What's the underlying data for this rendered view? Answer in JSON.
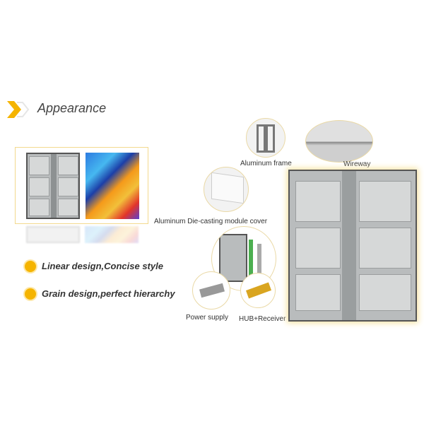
{
  "header": {
    "title": "Appearance",
    "icon": "chevron-icon",
    "accent": "#f5b400"
  },
  "features": [
    {
      "label": "Linear design,Concise style"
    },
    {
      "label": "Grain design,perfect hierarchy"
    }
  ],
  "components": {
    "aluminum_frame": "Aluminum frame",
    "wireway": "Wireway",
    "module_cover": "Aluminum Die-casting module cover",
    "power_supply": "Power supply",
    "hub_receiver": "HUB+Receiver"
  }
}
